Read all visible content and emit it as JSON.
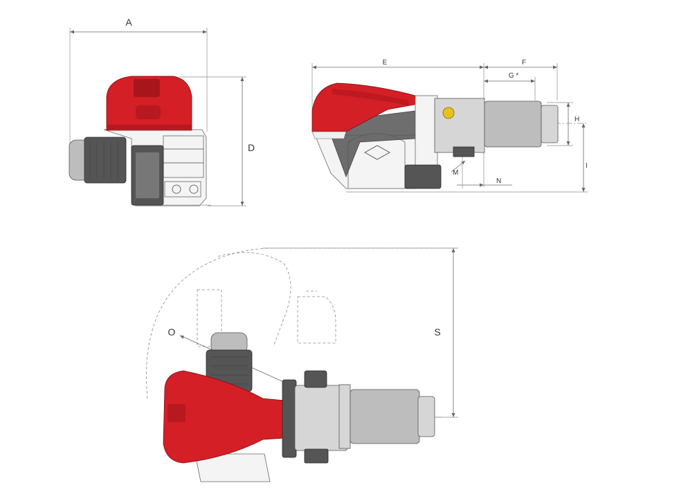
{
  "labels": {
    "A": "A",
    "D": "D",
    "E": "E",
    "F": "F",
    "G": "G *",
    "H": "H",
    "I": "I",
    "M": "M",
    "N": "N",
    "O": "O",
    "S": "S"
  },
  "colors": {
    "cover_red": "#d41f26",
    "metal_grey": "#d6d6d6",
    "motor_dark": "#555555"
  }
}
